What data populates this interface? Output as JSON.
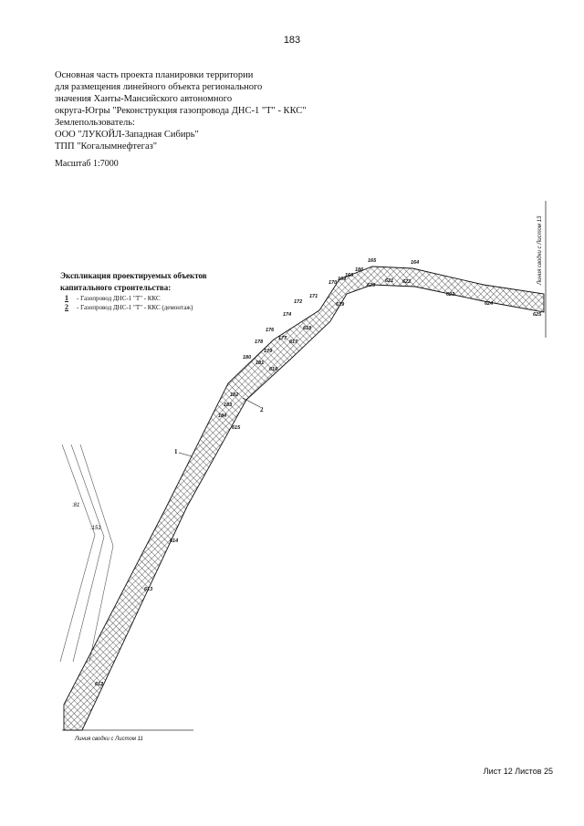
{
  "page_number": "183",
  "header_lines": [
    "Основная часть проекта планировки территории",
    "для размещения линейного объекта регионального",
    "значения Ханты-Мансийского автономного",
    "округа-Югры \"Реконструкция газопровода ДНС-1 \"Т\" - ККС\"",
    "Землепользователь:",
    "ООО \"ЛУКОЙЛ-Западная Сибирь\"",
    "ТПП \"Когалымнефтегаз\""
  ],
  "scale": "Масштаб 1:7000",
  "legend": {
    "title_line1": "Экспликация проектируемых объектов",
    "title_line2": "капитального строительства:",
    "items": [
      {
        "num": "1",
        "text": "- Газопровод ДНС-1 \"Т\" - ККС"
      },
      {
        "num": "2",
        "text": "- Газопровод ДНС-1 \"Т\" - ККС (демонтаж)"
      }
    ]
  },
  "matchline_bottom": "Линия сводки с Листом 11",
  "matchline_right": "Линия сводки с Листом 13",
  "leader_labels": [
    "1",
    "2"
  ],
  "point_labels": [
    "165",
    "164",
    "186",
    "166",
    "621",
    "622",
    "623",
    "624",
    "625",
    "170",
    "169",
    "620",
    "171",
    "619",
    "172",
    "174",
    "618",
    "176",
    "177",
    "617",
    "178",
    "179",
    "180",
    "181",
    "616",
    "182",
    "183",
    "184",
    "615",
    "614",
    "613",
    "612"
  ],
  "parcel_labels": [
    ":81",
    ":151"
  ],
  "footer": "Лист 12 Листов 25"
}
